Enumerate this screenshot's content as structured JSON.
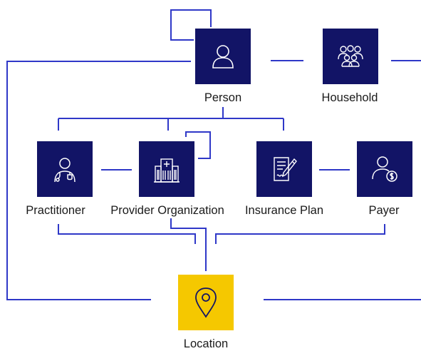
{
  "colors": {
    "connector": "#2f38c8",
    "node_fill": "#121466",
    "location_fill": "#f5c800",
    "icon_light": "#ffffff",
    "icon_dark": "#121466"
  },
  "nodes": {
    "person": {
      "label": "Person",
      "icon": "person-icon"
    },
    "household": {
      "label": "Household",
      "icon": "group-icon"
    },
    "practitioner": {
      "label": "Practitioner",
      "icon": "doctor-icon"
    },
    "provider": {
      "label": "Provider Organization",
      "icon": "hospital-building-icon"
    },
    "insurance": {
      "label": "Insurance Plan",
      "icon": "document-pen-icon"
    },
    "payer": {
      "label": "Payer",
      "icon": "person-dollar-icon"
    },
    "location": {
      "label": "Location",
      "icon": "map-pin-icon"
    }
  }
}
